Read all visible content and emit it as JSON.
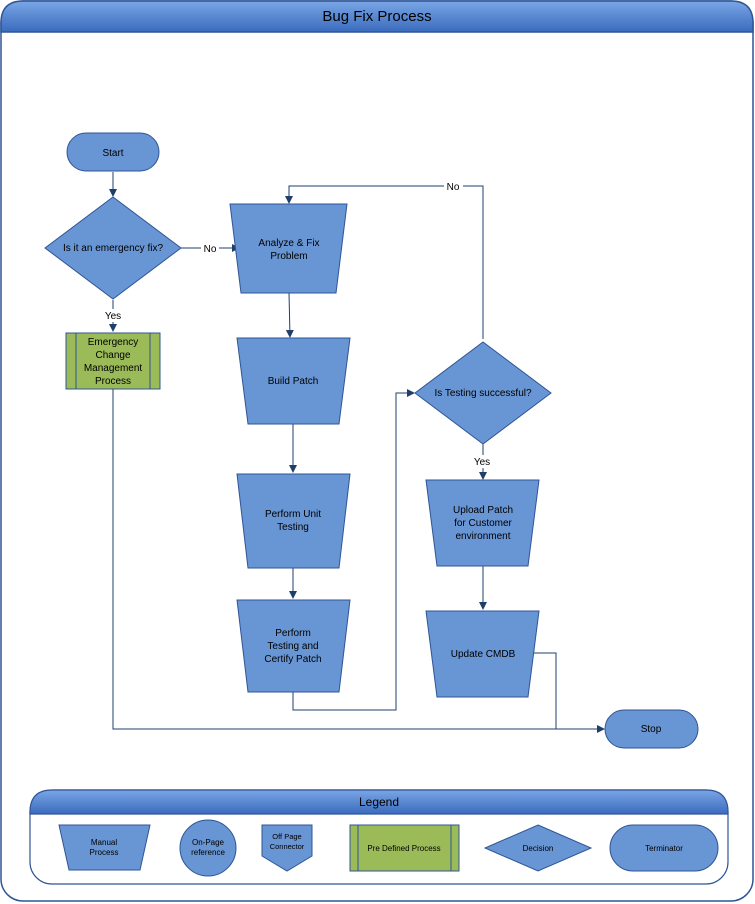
{
  "title": "Bug Fix Process",
  "colors": {
    "shape_fill": "#6895d3",
    "shape_stroke": "#2f5597",
    "predefined_fill": "#9bbb59",
    "connector": "#1f3f6b",
    "header_top": "#6f9ce0",
    "header_bottom": "#3f70c0"
  },
  "nodes": {
    "start": "Start",
    "emergency_decision": "Is it an emergency fix?",
    "emergency_change": [
      "Emergency",
      "Change",
      "Management",
      "Process"
    ],
    "analyze": [
      "Analyze & Fix",
      "Problem"
    ],
    "build": "Build Patch",
    "unit_test": [
      "Perform Unit",
      "Testing"
    ],
    "certify": [
      "Perform",
      "Testing and",
      "Certify Patch"
    ],
    "testing_decision": "Is Testing successful?",
    "upload": [
      "Upload Patch",
      "for Customer",
      "environment"
    ],
    "cmdb": "Update CMDB",
    "stop": "Stop"
  },
  "edge_labels": {
    "emergency_no": "No",
    "emergency_yes": "Yes",
    "testing_no": "No",
    "testing_yes": "Yes"
  },
  "legend": {
    "title": "Legend",
    "manual_process": [
      "Manual",
      "Process"
    ],
    "on_page_reference": [
      "On-Page",
      "reference"
    ],
    "off_page_connector": [
      "Off Page",
      "Connector"
    ],
    "predefined_process": "Pre Defined Process",
    "decision": "Decision",
    "terminator": "Terminator"
  }
}
